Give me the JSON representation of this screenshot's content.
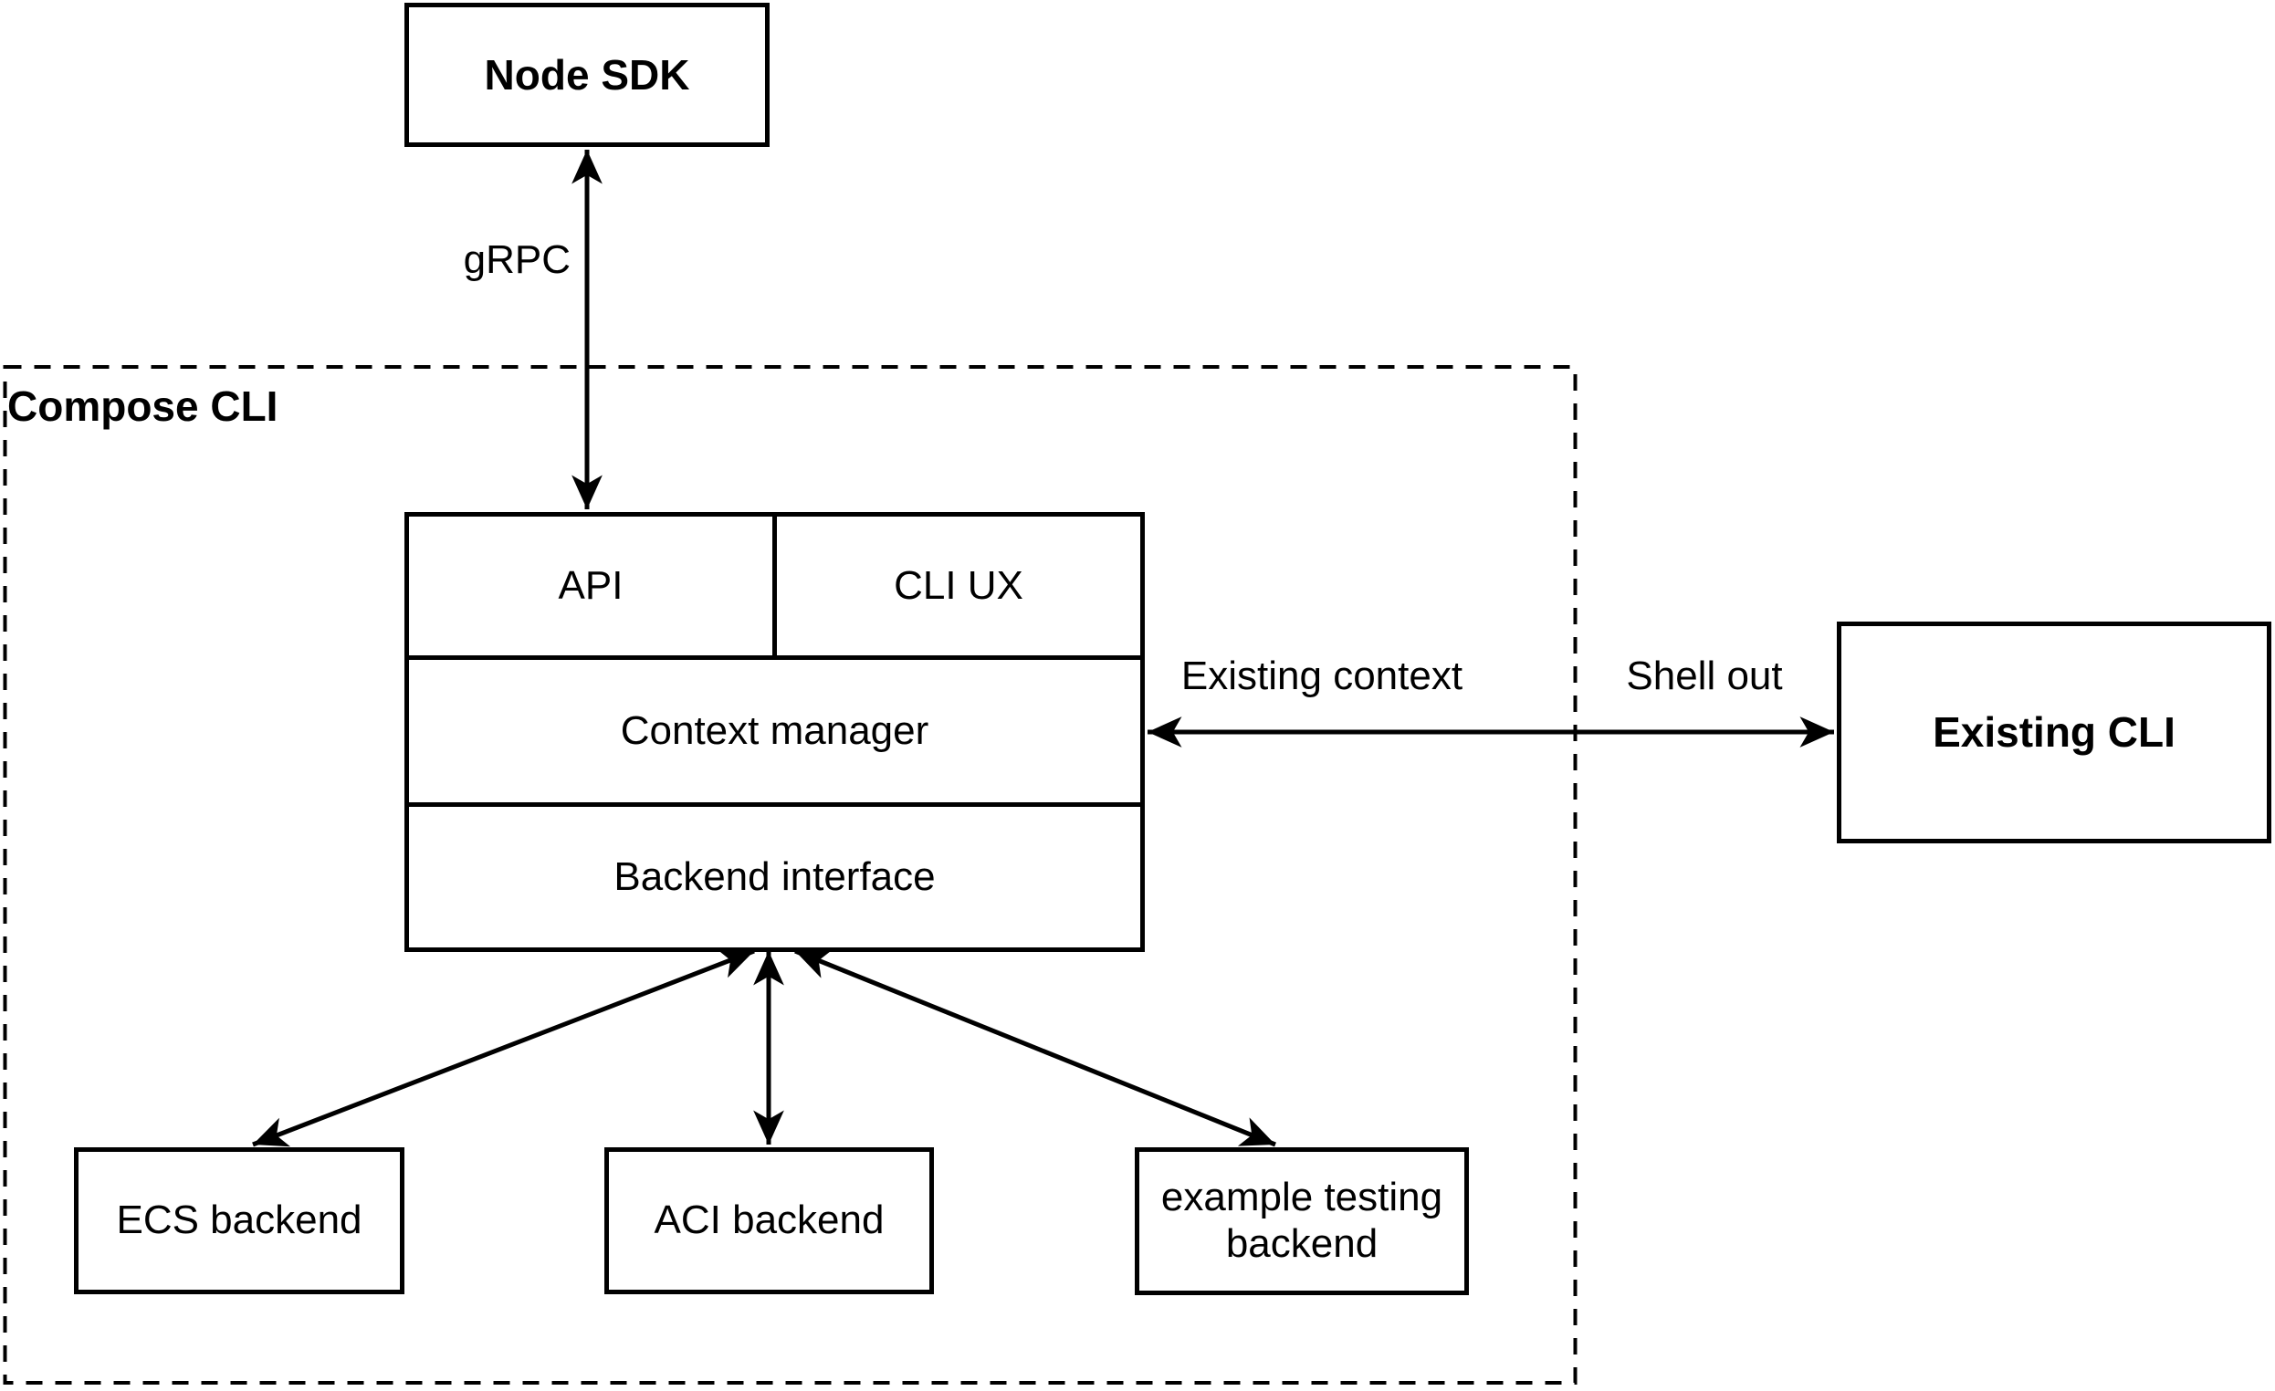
{
  "container": {
    "label": "Compose CLI"
  },
  "nodes": {
    "node_sdk": {
      "label": "Node SDK"
    },
    "api": {
      "label": "API"
    },
    "cli_ux": {
      "label": "CLI UX"
    },
    "context_manager": {
      "label": "Context manager"
    },
    "backend_interface": {
      "label": "Backend interface"
    },
    "ecs_backend": {
      "label": "ECS backend"
    },
    "aci_backend": {
      "label": "ACI backend"
    },
    "example_testing_backend": {
      "label": "example testing backend"
    },
    "existing_cli": {
      "label": "Existing CLI"
    }
  },
  "edges": {
    "grpc": {
      "label": "gRPC",
      "style": "double-arrow"
    },
    "existing_context": {
      "label": "Existing context",
      "style": "double-arrow"
    },
    "shell_out": {
      "label": "Shell out",
      "style": "double-arrow"
    },
    "backend_links": {
      "style": "double-arrow",
      "targets": [
        "ECS backend",
        "ACI backend",
        "example testing backend"
      ]
    }
  },
  "colors": {
    "stroke": "#000000",
    "text": "#000000",
    "background": "#ffffff"
  }
}
